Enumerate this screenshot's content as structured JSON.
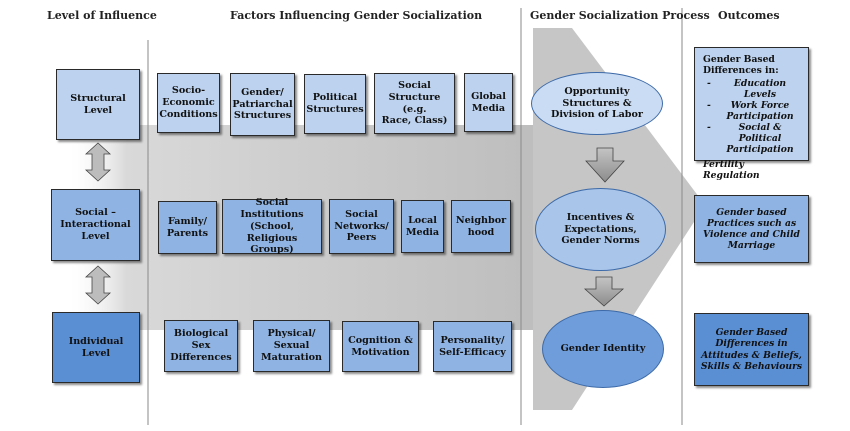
{
  "headers": {
    "level": "Level of Influence",
    "factors": "Factors Influencing Gender Socialization",
    "process": "Gender Socialization Process",
    "outcomes": "Outcomes"
  },
  "levels": [
    "Structural\nLevel",
    "Social –\nInteractional\nLevel",
    "Individual\nLevel"
  ],
  "factors": {
    "structural": [
      "Socio-\nEconomic\nConditions",
      "Gender/\nPatriarchal\nStructures",
      "Political\nStructures",
      "Social\nStructure (e.g.\nRace, Class)",
      "Global\nMedia"
    ],
    "social": [
      "Family/\nParents",
      "Social\nInstitutions\n(School, Religious\nGroups)",
      "Social\nNetworks/\nPeers",
      "Local\nMedia",
      "Neighbor\nhood"
    ],
    "individual": [
      "Biological\nSex\nDifferences",
      "Physical/\nSexual\nMaturation",
      "Cognition &\nMotivation",
      "Personality/\nSelf-Efficacy"
    ]
  },
  "process": [
    "Opportunity\nStructures &\nDivision of Labor",
    "Incentives &\nExpectations,\nGender Norms",
    "Gender Identity"
  ],
  "outcomes": {
    "box1": {
      "title": "Gender Based\nDifferences in:",
      "items": [
        "Education Levels",
        "Work Force\nParticipation",
        "Social & Political\nParticipation"
      ],
      "footer": "Fertility Regulation"
    },
    "box2": "Gender based\nPractices such as\nViolence and Child\nMarriage",
    "box3": "Gender Based\nDifferences in\nAttitudes & Beliefs,\nSkills & Behaviours"
  },
  "colors": {
    "structural": "#bcd2ee",
    "social": "#8fb4e3",
    "individual": "#5b8fd4",
    "big_arrow": "#c8c8c8",
    "ellipse_light": "#c9dcf3",
    "ellipse_mid": "#a9c6ea",
    "ellipse_dark": "#6f9ddb"
  }
}
